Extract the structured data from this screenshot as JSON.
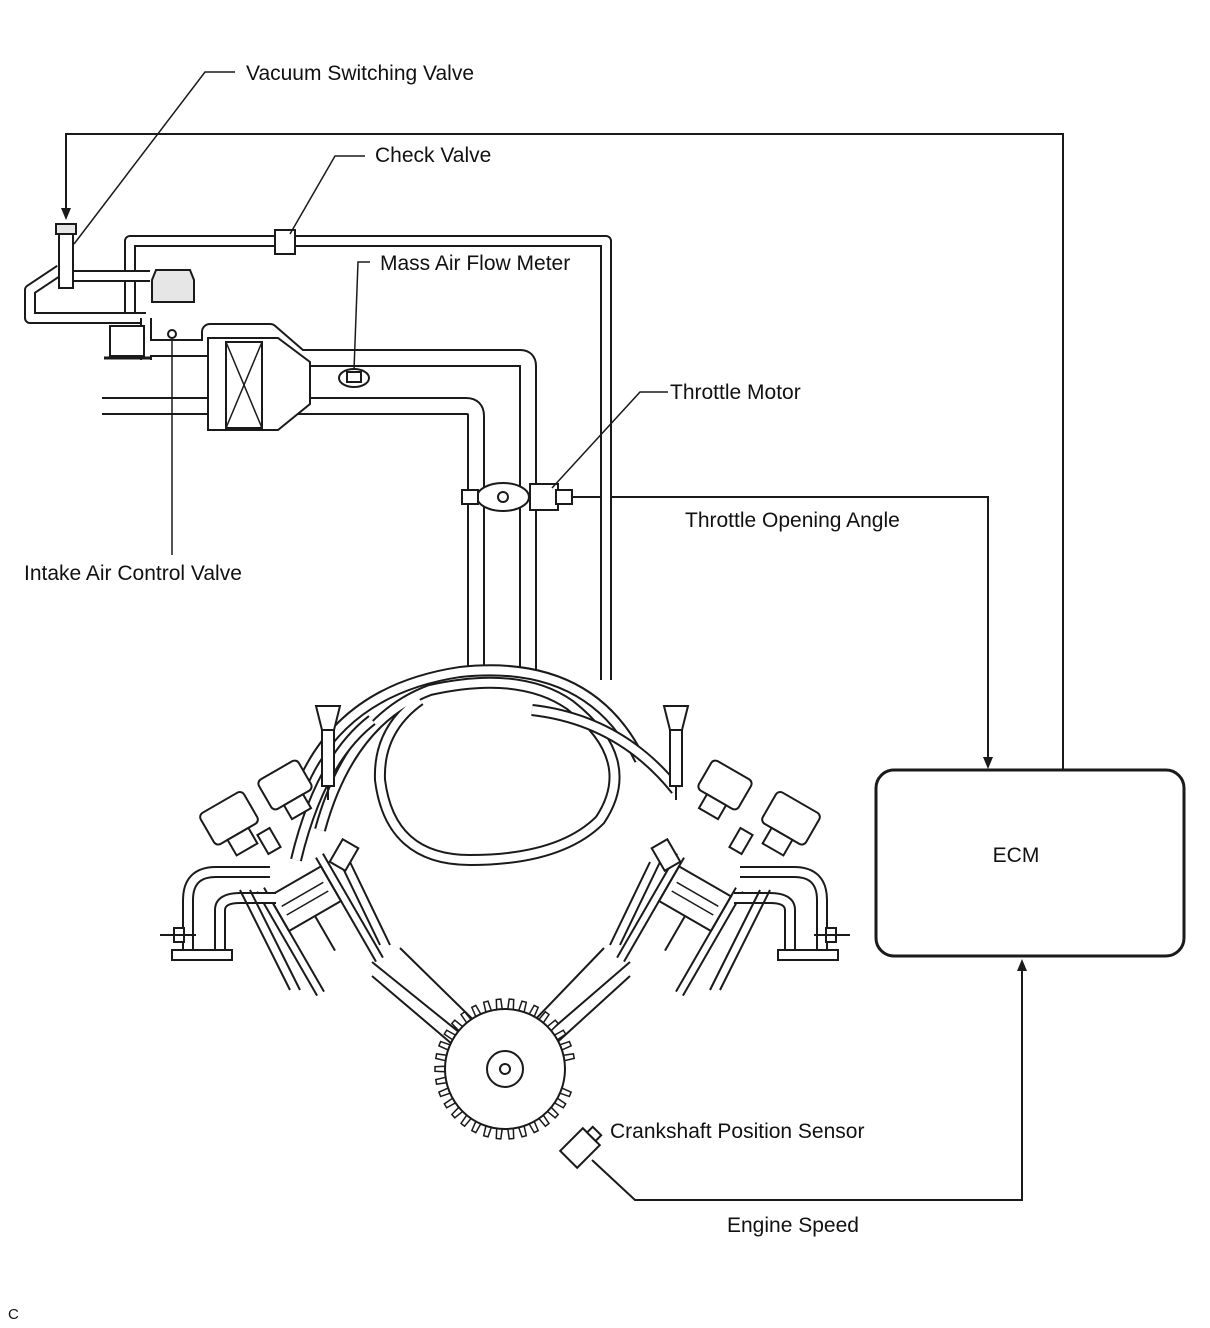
{
  "labels": {
    "vacuum_switching_valve": "Vacuum Switching Valve",
    "check_valve": "Check Valve",
    "mass_air_flow_meter": "Mass Air Flow Meter",
    "throttle_motor": "Throttle Motor",
    "throttle_opening_angle": "Throttle Opening Angle",
    "intake_air_control_valve": "Intake Air Control Valve",
    "ecm": "ECM",
    "crankshaft_position_sensor": "Crankshaft Position Sensor",
    "engine_speed": "Engine Speed",
    "corner_mark": "C"
  }
}
